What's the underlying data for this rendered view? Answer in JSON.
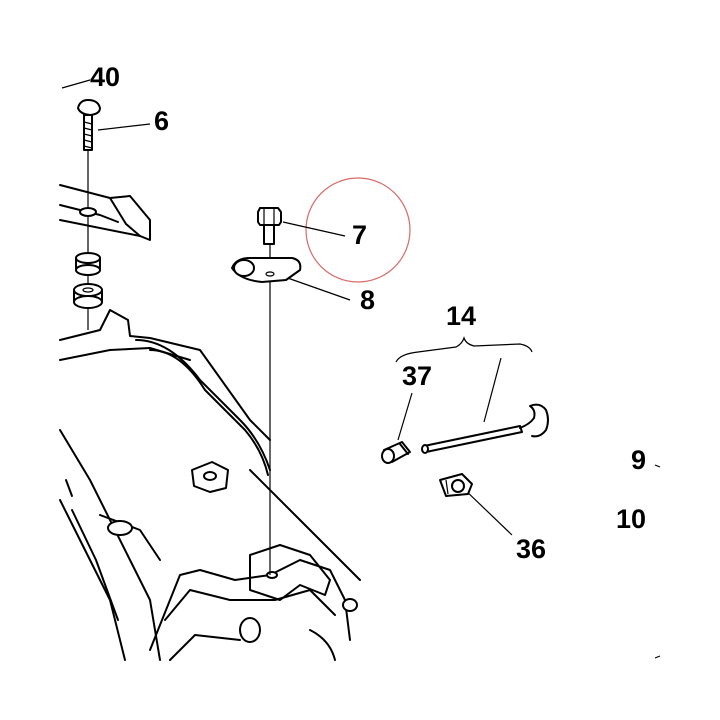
{
  "callouts": {
    "c40": "40",
    "c6": "6",
    "c7": "7",
    "c8": "8",
    "c14": "14",
    "c37": "37",
    "c9": "9",
    "c10": "10",
    "c36": "36"
  }
}
